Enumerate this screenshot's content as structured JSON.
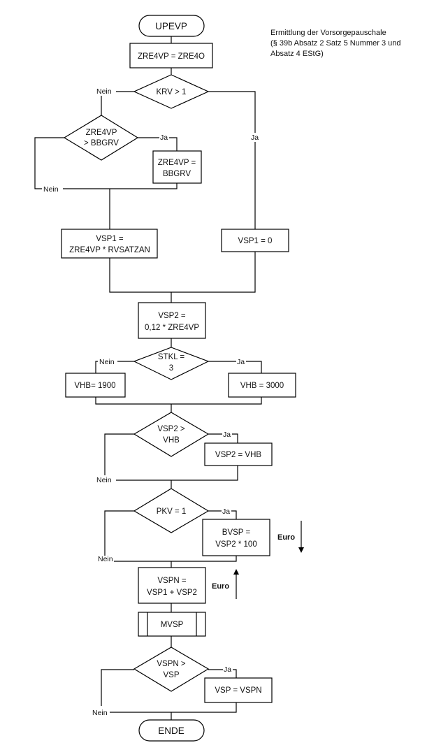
{
  "title_note": [
    "Ermittlung der Vorsorgepauschale",
    "(§ 39b Absatz 2 Satz 5 Nummer 3 und",
    "Absatz 4 EStG)"
  ],
  "start": "UPEVP",
  "end": "ENDE",
  "steps": {
    "zre4vp": "ZRE4VP = ZRE4O",
    "krv_cond": "KRV > 1",
    "bbgrv_cond": [
      "ZRE4VP",
      "> BBGRV"
    ],
    "bbgrv_assign": [
      "ZRE4VP =",
      "BBGRV"
    ],
    "vsp1_calc": [
      "VSP1 =",
      "ZRE4VP * RVSATZAN"
    ],
    "vsp1_zero": "VSP1 = 0",
    "vsp2_calc": [
      "VSP2 =",
      "0,12 * ZRE4VP"
    ],
    "stkl_cond": [
      "STKL =",
      "3"
    ],
    "vhb_1900": "VHB= 1900",
    "vhb_3000": "VHB = 3000",
    "vsp2_cond": [
      "VSP2 >",
      "VHB"
    ],
    "vsp2_assign": "VSP2 = VHB",
    "pkv_cond": "PKV = 1",
    "bvsp_calc": [
      "BVSP =",
      "VSP2 * 100"
    ],
    "vspn_calc": [
      "VSPN =",
      "VSP1 + VSP2"
    ],
    "mvsp": "MVSP",
    "vspn_cond": [
      "VSPN >",
      "VSP"
    ],
    "vsp_assign": "VSP = VSPN"
  },
  "labels": {
    "yes": "Ja",
    "no": "Nein",
    "euro": "Euro"
  }
}
